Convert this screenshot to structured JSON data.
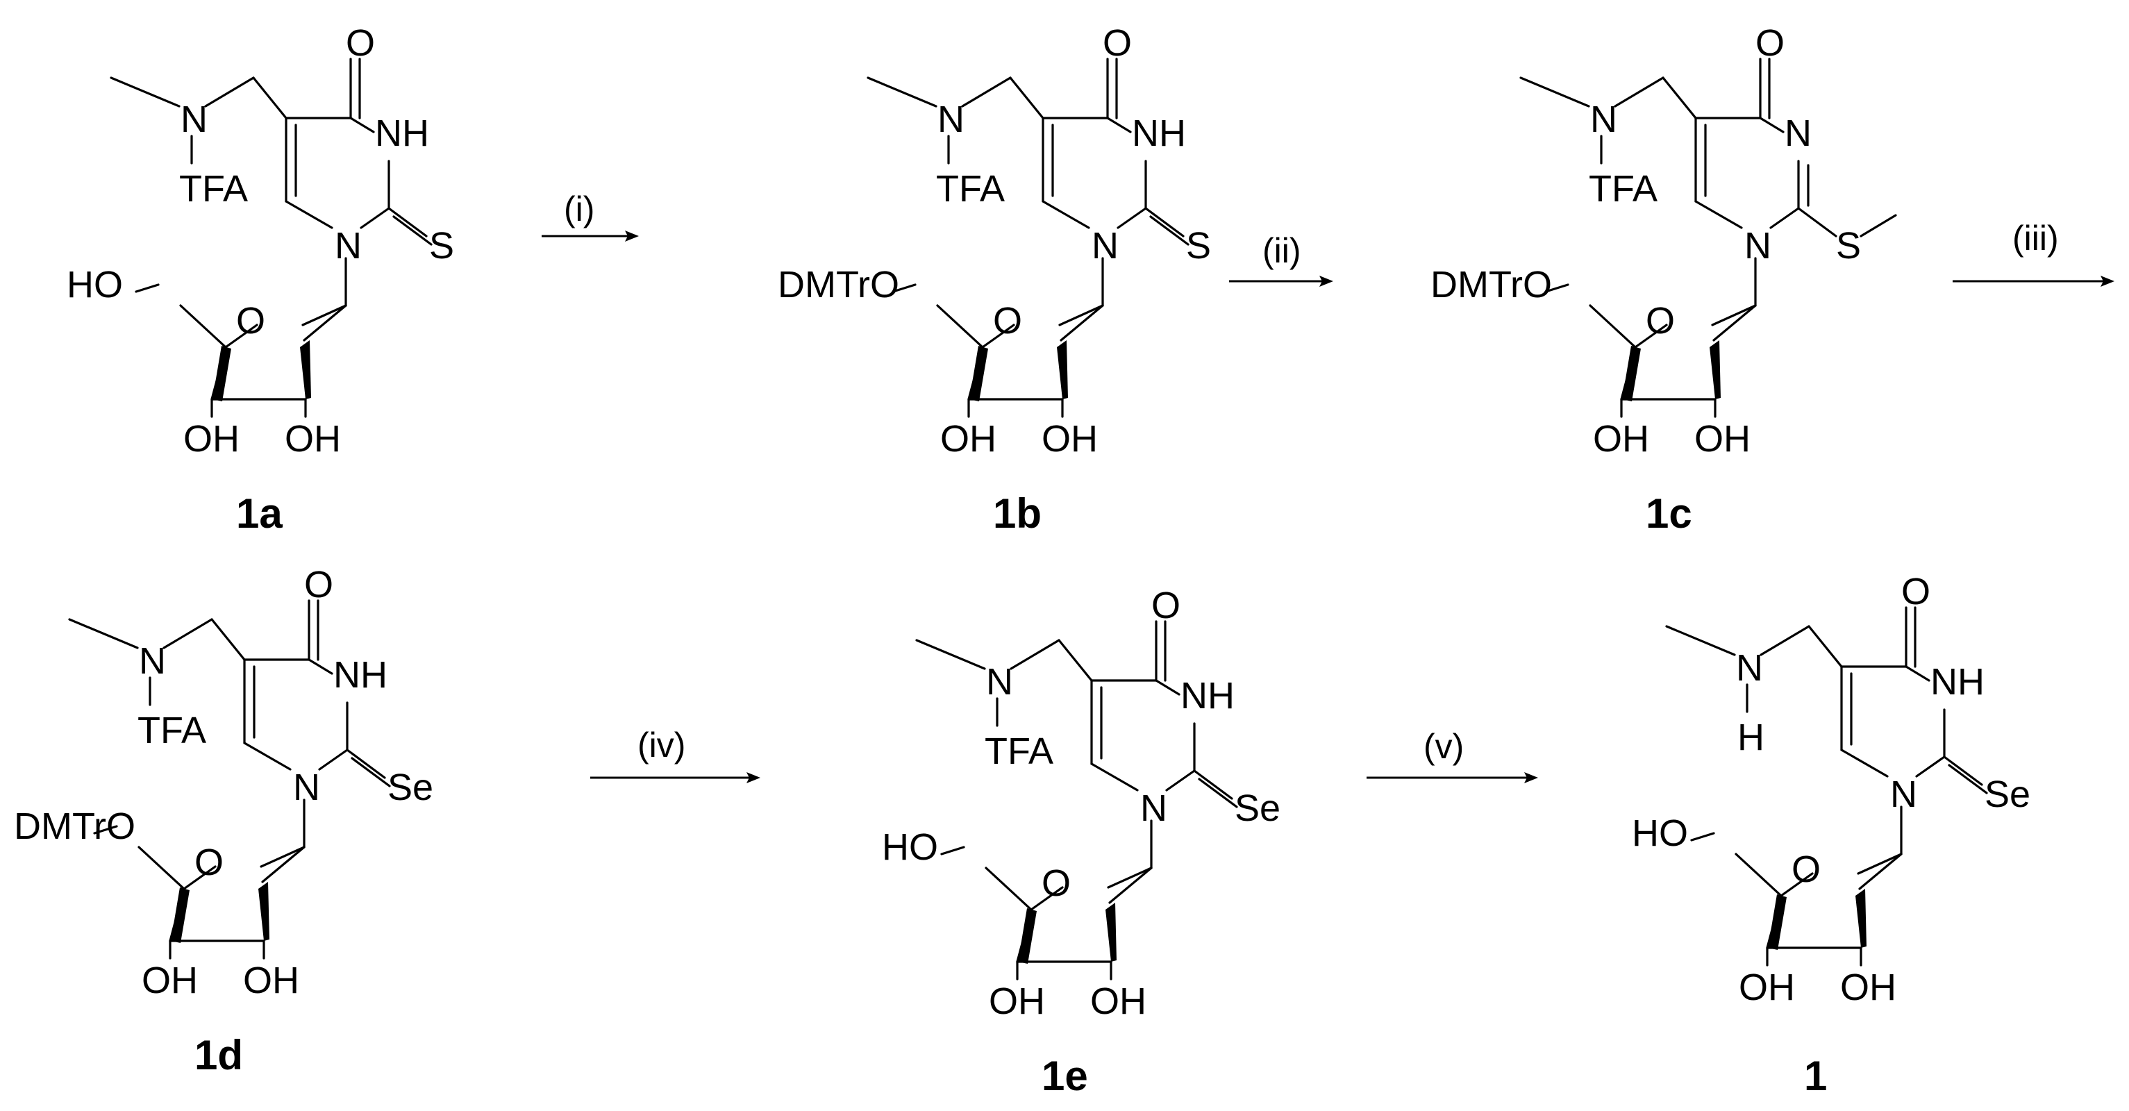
{
  "compounds": [
    {
      "label": "1a",
      "n_sub": "TFA",
      "c5_oh": "HO",
      "sugar_o": "O",
      "oh3": "OH",
      "oh2": "OH",
      "carbonyl_o": "O",
      "nh": "NH",
      "n_amine": "N",
      "n1": "N",
      "x2": "S"
    },
    {
      "label": "1b",
      "n_sub": "TFA",
      "c5_oh": "DMTrO",
      "sugar_o": "O",
      "oh3": "OH",
      "oh2": "OH",
      "carbonyl_o": "O",
      "nh": "NH",
      "n_amine": "N",
      "n1": "N",
      "x2": "S"
    },
    {
      "label": "1c",
      "n_sub": "TFA",
      "c5_oh": "DMTrO",
      "sugar_o": "O",
      "oh3": "OH",
      "oh2": "OH",
      "carbonyl_o": "O",
      "nh": "N",
      "n_amine": "N",
      "n1": "N",
      "x2": "S"
    },
    {
      "label": "1d",
      "n_sub": "TFA",
      "c5_oh": "DMTrO",
      "sugar_o": "O",
      "oh3": "OH",
      "oh2": "OH",
      "carbonyl_o": "O",
      "nh": "NH",
      "n_amine": "N",
      "n1": "N",
      "x2": "Se"
    },
    {
      "label": "1e",
      "n_sub": "TFA",
      "c5_oh": "HO",
      "sugar_o": "O",
      "oh3": "OH",
      "oh2": "OH",
      "carbonyl_o": "O",
      "nh": "NH",
      "n_amine": "N",
      "n1": "N",
      "x2": "Se"
    },
    {
      "label": "1",
      "n_sub": "H",
      "c5_oh": "HO",
      "sugar_o": "O",
      "oh3": "OH",
      "oh2": "OH",
      "carbonyl_o": "O",
      "nh": "NH",
      "n_amine": "N",
      "n1": "N",
      "x2": "Se"
    }
  ],
  "steps": [
    {
      "label": "(i)"
    },
    {
      "label": "(ii)"
    },
    {
      "label": "(iii)"
    },
    {
      "label": "(iv)"
    },
    {
      "label": "(v)"
    }
  ]
}
